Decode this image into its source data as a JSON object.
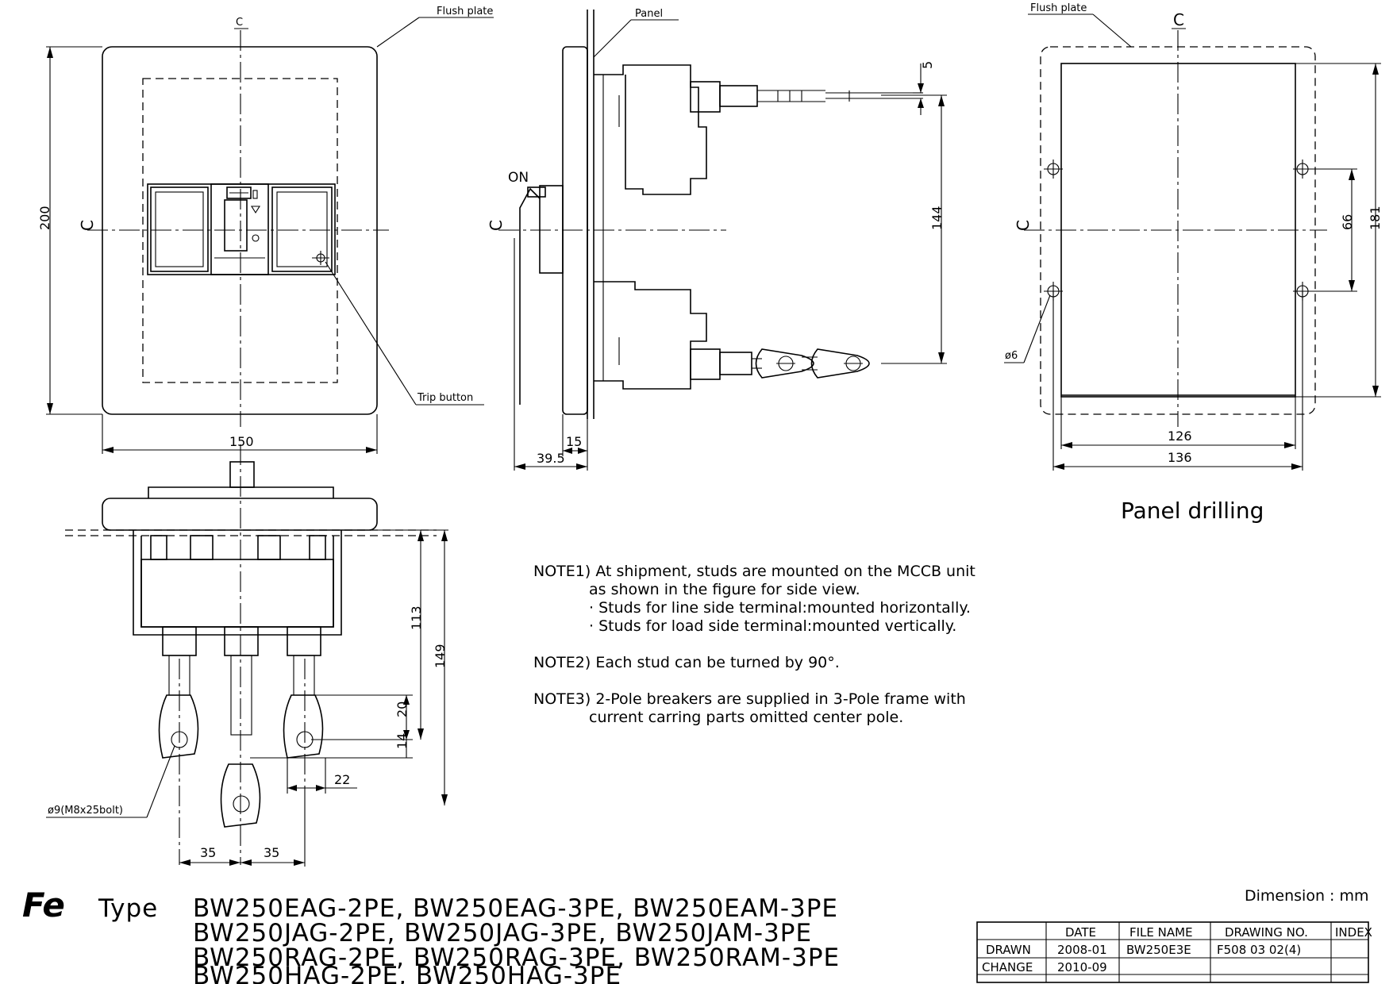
{
  "labels": {
    "center_mark": "C",
    "flush_plate": "Flush plate",
    "panel": "Panel",
    "trip_button": "Trip button",
    "on_label": "ON",
    "panel_drilling": "Panel drilling",
    "hole_dia": "ø6",
    "stud_bolt": "ø9(M8x25bolt)"
  },
  "dimensions": {
    "front_height": "200",
    "front_width": "150",
    "side_15": "15",
    "side_39_5": "39.5",
    "side_5": "5",
    "side_144": "144",
    "drill_66": "66",
    "drill_181": "181",
    "drill_126": "126",
    "drill_136": "136",
    "bottom_113": "113",
    "bottom_149": "149",
    "bottom_20": "20",
    "bottom_14": "14",
    "bottom_22": "22",
    "bottom_35_left": "35",
    "bottom_35_right": "35"
  },
  "notes": {
    "note1_line1": "NOTE1) At shipment, studs are mounted on the MCCB unit",
    "note1_line2": "as shown in the figure for side view.",
    "note1_line3": "· Studs for line side terminal:mounted horizontally.",
    "note1_line4": "· Studs for load side terminal:mounted vertically.",
    "note2": "NOTE2) Each stud can be turned by 90°.",
    "note3_line1": "NOTE3) 2-Pole breakers are supplied in 3-Pole frame with",
    "note3_line2": "current carring parts omitted center pole."
  },
  "footer": {
    "logo_text": "Fe",
    "type_label": "Type",
    "models_line1": "BW250EAG-2PE, BW250EAG-3PE, BW250EAM-3PE",
    "models_line2": "BW250JAG-2PE, BW250JAG-3PE, BW250JAM-3PE",
    "models_line3": "BW250RAG-2PE, BW250RAG-3PE, BW250RAM-3PE",
    "models_line4": "BW250HAG-2PE, BW250HAG-3PE",
    "dimension_unit": "Dimension : mm"
  },
  "title_block": {
    "headers": [
      "DATE",
      "FILE NAME",
      "DRAWING NO.",
      "INDEX"
    ],
    "drawn_label": "DRAWN",
    "drawn_date": "2008-01",
    "file_name": "BW250E3E",
    "drawing_no": "F508 03 02(4)",
    "change_label": "CHANGE",
    "change_date": "2010-09"
  }
}
